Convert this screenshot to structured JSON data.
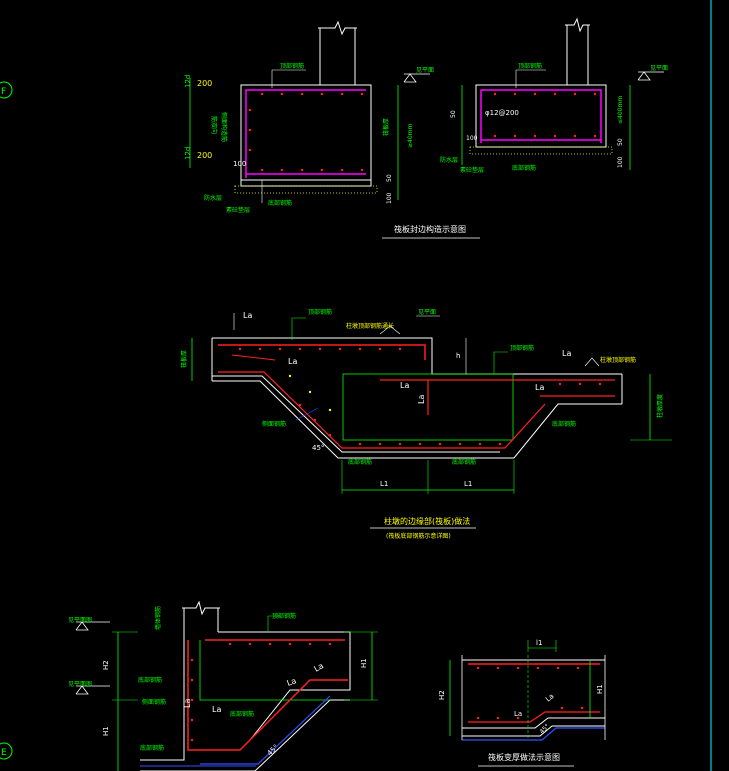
{
  "colors": {
    "bg": "#000000",
    "white": "#ffffff",
    "yellow": "#ffff00",
    "green": "#00ff00",
    "cyan": "#00ffff",
    "magenta": "#ff00ff",
    "red": "#ff2020",
    "blue": "#3050ff"
  },
  "drawing1": {
    "title": "筏板封边构造示意图",
    "dim_200_top": "200",
    "dim_200_bottom": "200",
    "dim_12d_top": "12d",
    "dim_12d_bottom": "12d",
    "dim_100": "100",
    "dim_50": "50",
    "dim_100b": "100",
    "label_top_rebar": "顶部钢筋",
    "label_side_rebar": "侧面构造筋",
    "label_rebar_spec": "筋双向",
    "label_thickness": "≥40mm",
    "label_thickness2": "筏板厚",
    "label_cushion": "素砼垫层",
    "label_waterproof": "防水层",
    "label_bottom_rebar": "底部钢筋",
    "label_elev": "见平面"
  },
  "drawing1b": {
    "label_top_rebar": "顶部钢筋",
    "label_spec": "φ12@200",
    "dim_50": "50",
    "dim_100": "100",
    "dim_50b": "50",
    "dim_100b": "100",
    "label_thickness": "≤400mm",
    "label_cushion": "素砼垫层",
    "label_waterproof": "防水层",
    "label_bottom_rebar": "底部钢筋",
    "label_elev": "见平面"
  },
  "drawing2": {
    "title": "柱墩的边缘部(筏板)做法",
    "subtitle": "(筏板底部钢筋示意详图)",
    "la_1": "La",
    "la_2": "La",
    "la_3": "La",
    "la_4": "La",
    "la_5": "La",
    "la_6": "La",
    "label_top_rebar": "顶部钢筋",
    "label_top_rebar2": "顶部钢筋",
    "label_bottom_rebar": "底部钢筋",
    "label_bottom_rebar2": "底部钢筋",
    "label_bottom_rebar3": "底部钢筋",
    "label_side": "侧面钢筋",
    "label_elev": "见平面",
    "label_note": "柱墩顶部钢筋通长",
    "label_note2": "柱墩顶部钢筋",
    "label_h": "h",
    "angle": "45°",
    "dim_l1_a": "L1",
    "dim_l1_b": "L1",
    "left_dim": "筏板厚",
    "right_dim": "柱墩厚度"
  },
  "drawing3": {
    "label_elev_top": "见平面图",
    "label_elev_bottom": "见平面图",
    "label_top_rebar": "顶部钢筋",
    "label_wall": "墙体钢筋",
    "label_bottom": "底部钢筋",
    "label_side": "侧面钢筋",
    "label_bottom2": "底部钢筋",
    "label_bottom3": "底部钢筋",
    "la_1": "La",
    "la_2": "La",
    "la_3": "La",
    "la_4": "La",
    "h1": "H1",
    "h2": "H2",
    "h1b": "H1",
    "angle": "45°"
  },
  "drawing4": {
    "title": "筏板变厚做法示意图",
    "dim_top": "l1",
    "h2": "H2",
    "h1": "H1",
    "la": "La",
    "la2": "La",
    "angle": "45°"
  },
  "markers": {
    "m1": "F",
    "m2": "E"
  }
}
